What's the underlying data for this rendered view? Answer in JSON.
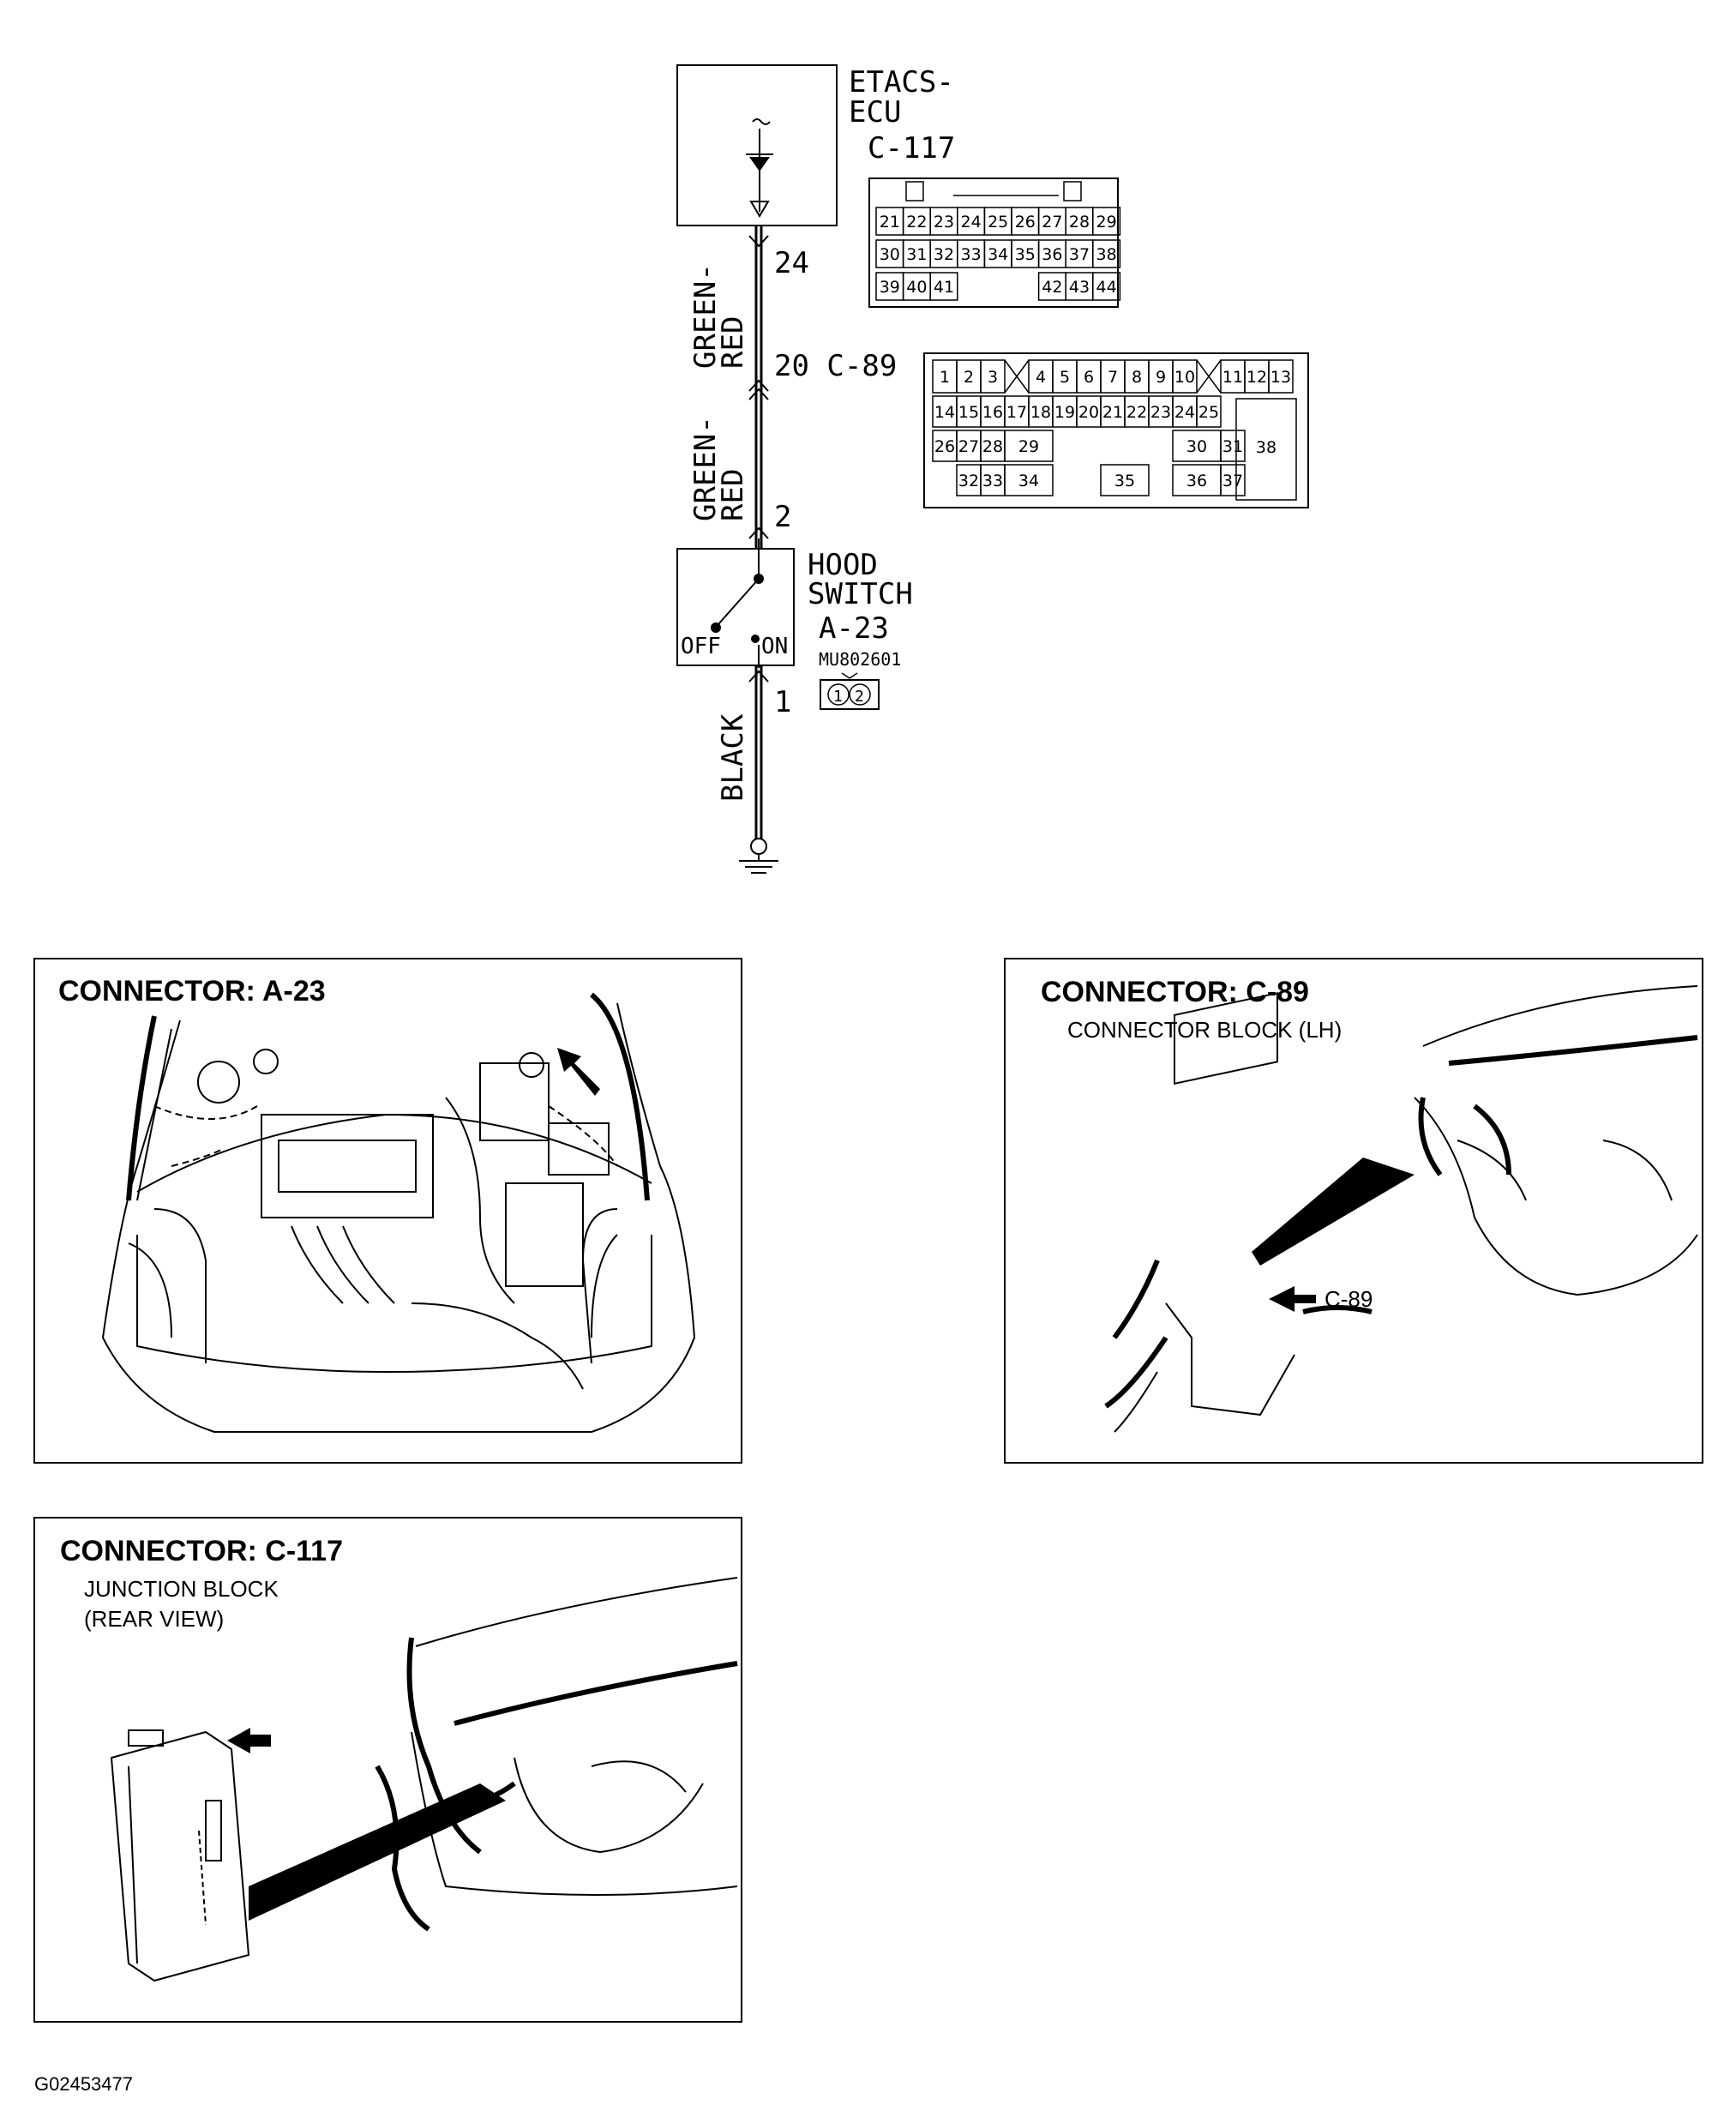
{
  "schematic": {
    "ecu": {
      "line1": "ETACS-",
      "line2": "ECU",
      "connector": "C-117"
    },
    "wire_upper_color": [
      "GREEN-",
      "RED"
    ],
    "wire_lower_color": [
      "GREEN-",
      "RED"
    ],
    "wire_ground_color": "BLACK",
    "pin_ecu": "24",
    "pin_joint": "20 C-89",
    "pin_switch_top": "2",
    "pin_switch_bottom": "1",
    "switch": {
      "line1": "HOOD",
      "line2": "SWITCH",
      "connector": "A-23",
      "state_off": "OFF",
      "state_on": "ON",
      "part_number": "MU802601",
      "pins": [
        "1",
        "2"
      ]
    },
    "c117_pins": {
      "row1": [
        "21",
        "22",
        "23",
        "24",
        "25",
        "26",
        "27",
        "28",
        "29"
      ],
      "row2": [
        "30",
        "31",
        "32",
        "33",
        "34",
        "35",
        "36",
        "37",
        "38"
      ],
      "row3": [
        "39",
        "40",
        "41",
        "42",
        "43",
        "44"
      ]
    },
    "c89_pins": {
      "row1": [
        "1",
        "2",
        "3",
        "4",
        "5",
        "6",
        "7",
        "8",
        "9",
        "10",
        "11",
        "12",
        "13"
      ],
      "row2": [
        "14",
        "15",
        "16",
        "17",
        "18",
        "19",
        "20",
        "21",
        "22",
        "23",
        "24",
        "25"
      ],
      "row3": [
        "26",
        "27",
        "28",
        "29",
        "30",
        "31",
        "38"
      ],
      "row4": [
        "32",
        "33",
        "34",
        "35",
        "36",
        "37"
      ]
    }
  },
  "panels": {
    "a23": {
      "title": "CONNECTOR: A-23"
    },
    "c89": {
      "title": "CONNECTOR: C-89",
      "subtitle": "CONNECTOR BLOCK (LH)",
      "callout": "C-89"
    },
    "c117": {
      "title": "CONNECTOR: C-117",
      "subtitle1": "JUNCTION BLOCK",
      "subtitle2": "(REAR VIEW)"
    }
  },
  "footer": {
    "code": "G02453477"
  }
}
